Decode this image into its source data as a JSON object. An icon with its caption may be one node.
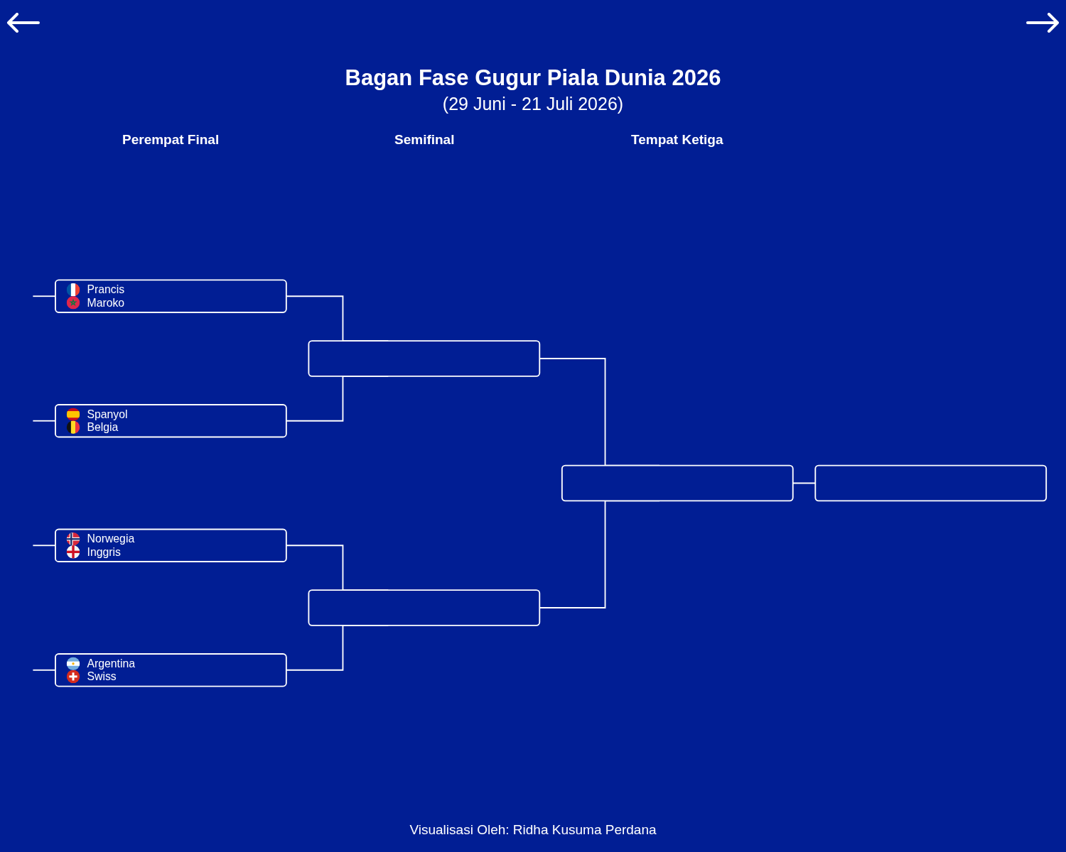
{
  "diagram": {
    "title": "Bagan Fase Gugur Piala Dunia 2026",
    "caption": "Visualisasi Oleh: Ridha Kusuma Perdana",
    "nodes": [
      {
        "text": [
          "Prancis",
          "Maroko"
        ]
      },
      {
        "text": [
          "Spanyol",
          "Belgia"
        ]
      },
      {
        "text": [
          "Norwegia",
          "Inggris"
        ]
      },
      {
        "text": [
          "Argentina",
          "Swiss"
        ]
      },
      {
        "text": [],
        "shape": "box"
      },
      {
        "text": [],
        "shape": "box"
      },
      {
        "text": [],
        "shape": "box"
      },
      {
        "text": [],
        "shape": "box"
      }
    ],
    "edges": [
      {
        "from": null,
        "to": 0,
        "arrow": "none"
      },
      {
        "from": null,
        "to": 1,
        "arrow": "none"
      },
      {
        "from": null,
        "to": 2,
        "arrow": "none"
      },
      {
        "from": null,
        "to": 3,
        "arrow": "none"
      },
      {
        "from": 0,
        "to": 4,
        "arrow": "none"
      },
      {
        "from": 1,
        "to": 4,
        "arrow": "none"
      },
      {
        "from": 2,
        "to": 5,
        "arrow": "none"
      },
      {
        "from": 3,
        "to": 5,
        "arrow": "none"
      },
      {
        "from": 4,
        "to": 6,
        "arrow": "none"
      },
      {
        "from": 5,
        "to": 6,
        "arrow": "none"
      },
      {
        "from": 6,
        "to": 7,
        "arrow": "none"
      }
    ],
    "labels": [
      "(29 Juni - 21 Juli 2026)",
      "Perempat Final",
      "Semifinal",
      "Tempat Ketiga"
    ]
  }
}
